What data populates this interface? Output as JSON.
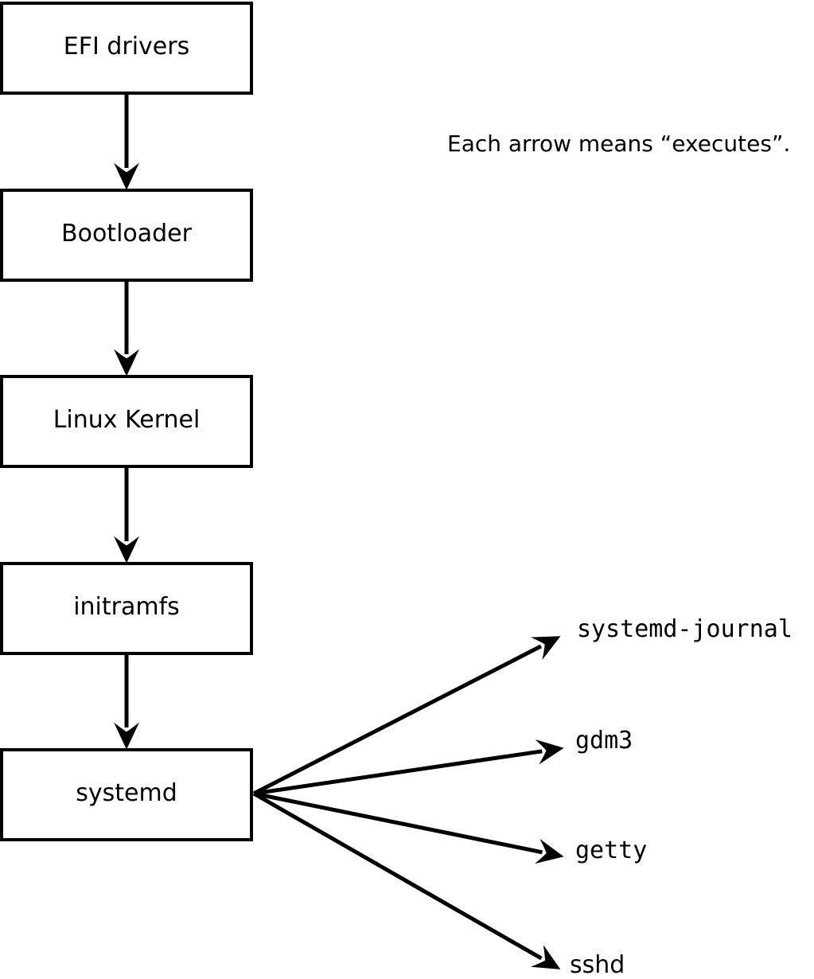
{
  "diagram": {
    "note": "Each arrow means “executes”.",
    "chain": [
      {
        "label": "EFI drivers"
      },
      {
        "label": "Bootloader"
      },
      {
        "label": "Linux Kernel"
      },
      {
        "label": "initramfs"
      },
      {
        "label": "systemd"
      }
    ],
    "branches": [
      {
        "label": "systemd-journal"
      },
      {
        "label": "gdm3"
      },
      {
        "label": "getty"
      },
      {
        "label": "sshd"
      }
    ],
    "arrow_meaning": "executes",
    "colors": {
      "stroke": "#000000",
      "box_fill": "#ffffff",
      "background": "#ffffff",
      "text": "#000000"
    }
  }
}
